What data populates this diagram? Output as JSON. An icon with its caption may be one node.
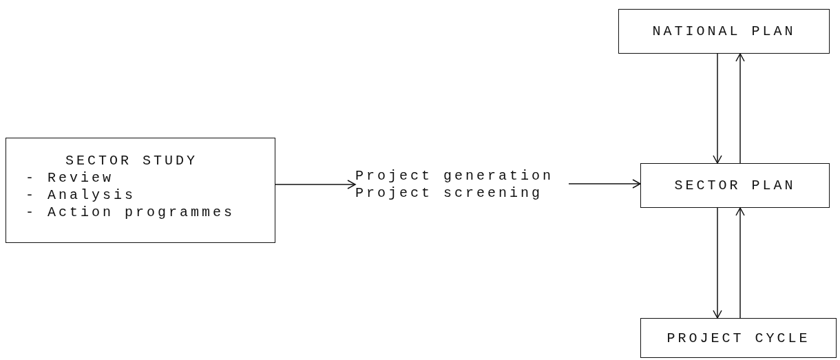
{
  "diagram": {
    "nodes": [
      {
        "text": [
          "SECTOR STUDY",
          "- Review",
          "- Analysis",
          "- Action programmes"
        ]
      },
      {
        "text": [
          "Project generation",
          "Project screening"
        ]
      },
      {
        "text": [
          "NATIONAL PLAN"
        ]
      },
      {
        "text": [
          "SECTOR PLAN"
        ]
      },
      {
        "text": [
          "PROJECT CYCLE"
        ]
      }
    ],
    "edges": [
      {
        "from": 0,
        "to": 1,
        "arrow": "to"
      },
      {
        "from": 1,
        "to": 3,
        "arrow": "to"
      },
      {
        "from": 2,
        "to": 3,
        "arrow": "to"
      },
      {
        "from": 3,
        "to": 2,
        "arrow": "to"
      },
      {
        "from": 3,
        "to": 4,
        "arrow": "to"
      },
      {
        "from": 4,
        "to": 3,
        "arrow": "to"
      }
    ]
  }
}
